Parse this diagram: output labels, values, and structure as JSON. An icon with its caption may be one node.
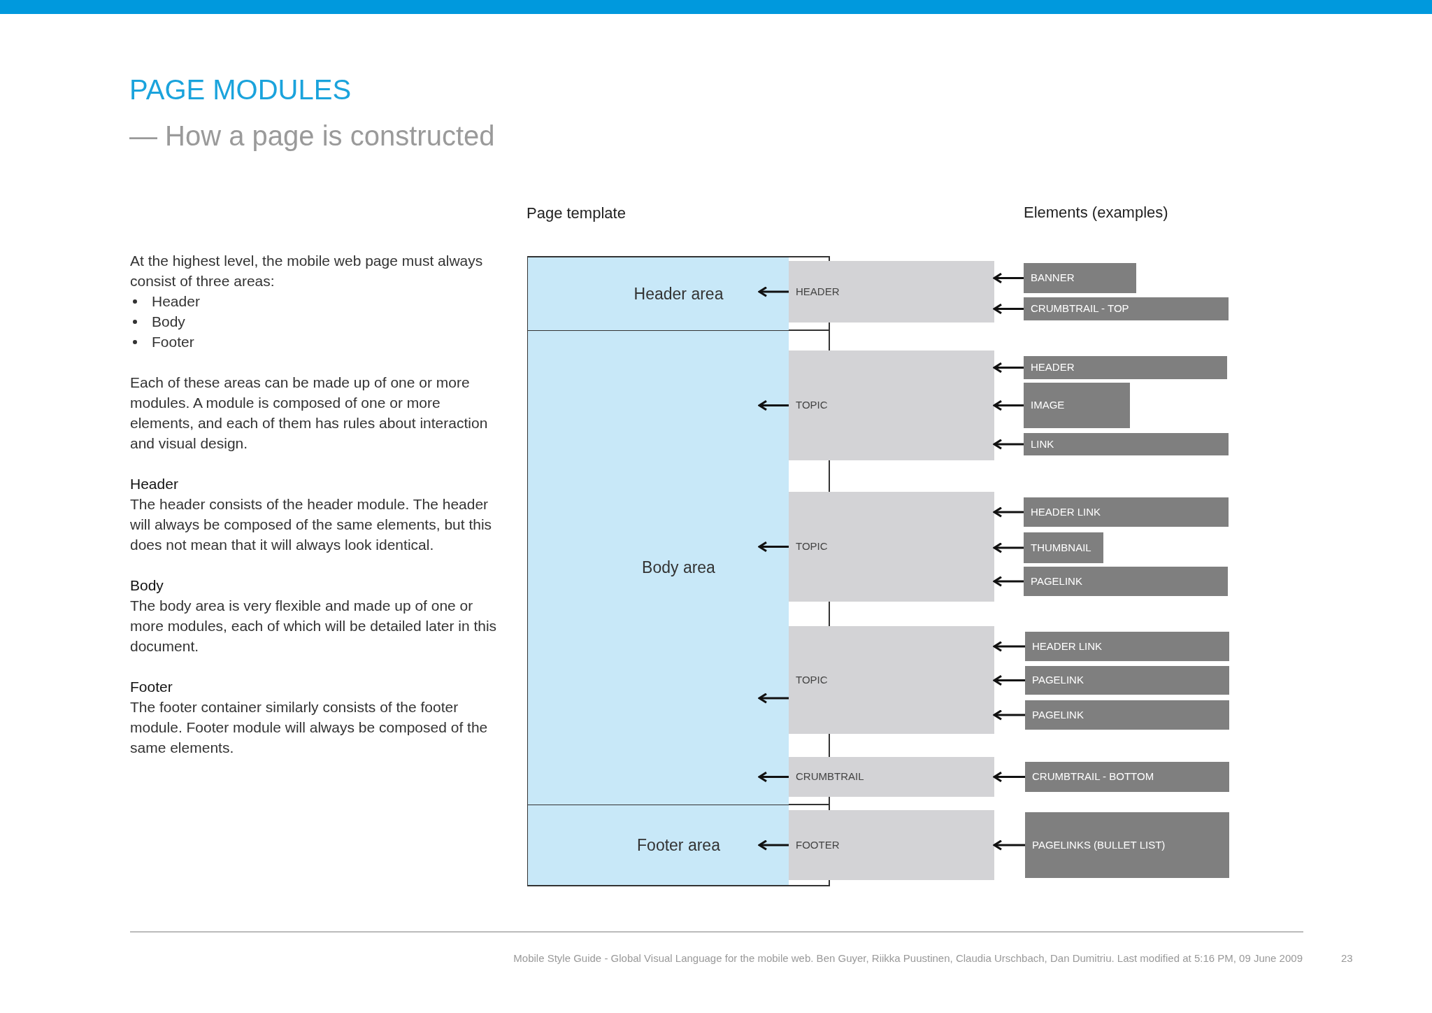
{
  "diagram": {
    "title": "PAGE MODULES",
    "nodes": [
      {
        "text": [
          "Header area"
        ]
      },
      {
        "text": [
          "Body area"
        ]
      },
      {
        "text": [
          "Footer area"
        ]
      },
      {
        "text": [
          "HEADER"
        ]
      },
      {
        "text": [
          "TOPIC"
        ]
      },
      {
        "text": [
          "TOPIC"
        ]
      },
      {
        "text": [
          "TOPIC"
        ]
      },
      {
        "text": [
          "CRUMBTRAIL"
        ]
      },
      {
        "text": [
          "FOOTER"
        ]
      },
      {
        "text": [
          "BANNER"
        ]
      },
      {
        "text": [
          "CRUMBTRAIL - TOP"
        ]
      },
      {
        "text": [
          "HEADER"
        ]
      },
      {
        "text": [
          "IMAGE"
        ]
      },
      {
        "text": [
          "LINK"
        ]
      },
      {
        "text": [
          "HEADER LINK"
        ]
      },
      {
        "text": [
          "THUMBNAIL"
        ]
      },
      {
        "text": [
          "PAGELINK"
        ]
      },
      {
        "text": [
          "HEADER LINK"
        ]
      },
      {
        "text": [
          "PAGELINK"
        ]
      },
      {
        "text": [
          "PAGELINK"
        ]
      },
      {
        "text": [
          "CRUMBTRAIL - BOTTOM"
        ]
      },
      {
        "text": [
          "PAGELINKS (BULLET LIST)"
        ]
      },
      {
        "text": [],
        "shape": "bar"
      }
    ],
    "edges": [
      {
        "from": 3,
        "to": 0,
        "arrow": "to"
      },
      {
        "from": 4,
        "to": 1,
        "arrow": "to"
      },
      {
        "from": 5,
        "to": 1,
        "arrow": "to"
      },
      {
        "from": 6,
        "to": 1,
        "arrow": "to"
      },
      {
        "from": 7,
        "to": 1,
        "arrow": "to"
      },
      {
        "from": 8,
        "to": 2,
        "arrow": "to"
      },
      {
        "from": 9,
        "to": 3,
        "arrow": "to"
      },
      {
        "from": 10,
        "to": 3,
        "arrow": "to"
      },
      {
        "from": 11,
        "to": 4,
        "arrow": "to"
      },
      {
        "from": 12,
        "to": 4,
        "arrow": "to"
      },
      {
        "from": 13,
        "to": 4,
        "arrow": "to"
      },
      {
        "from": 14,
        "to": 5,
        "arrow": "to"
      },
      {
        "from": 15,
        "to": 5,
        "arrow": "to"
      },
      {
        "from": 16,
        "to": 5,
        "arrow": "to"
      },
      {
        "from": 17,
        "to": 6,
        "arrow": "to"
      },
      {
        "from": 18,
        "to": 6,
        "arrow": "to"
      },
      {
        "from": 19,
        "to": 6,
        "arrow": "to"
      },
      {
        "from": 20,
        "to": 7,
        "arrow": "to"
      },
      {
        "from": 21,
        "to": 8,
        "arrow": "to"
      }
    ],
    "labels": [
      "— How a page is constructed",
      "Page template",
      "Elements (examples)",
      "At the highest level, the mobile web page must always consist of three areas:",
      "Header",
      "Body",
      "Footer",
      "Each of these areas can be made up of one or more modules. A module is composed of one or more elements, and each of them has rules about interaction and visual design.",
      "Header",
      "The header consists of the header module. The header will always be composed of the same elements, but this does not mean that it will always look identical.",
      "Body",
      "The body area is very flexible and made up of one or more modules, each of which will be detailed later in this document.",
      "Footer",
      "The footer container similarly consists of the footer module. Footer module will always be composed of the same elements.",
      "Mobile Style Guide - Global Visual Language for the mobile web. Ben Guyer, Riikka Puustinen, Claudia Urschbach, Dan Dumitriu.  Last modified at 5:16 PM, 09 June 2009",
      "23"
    ]
  }
}
